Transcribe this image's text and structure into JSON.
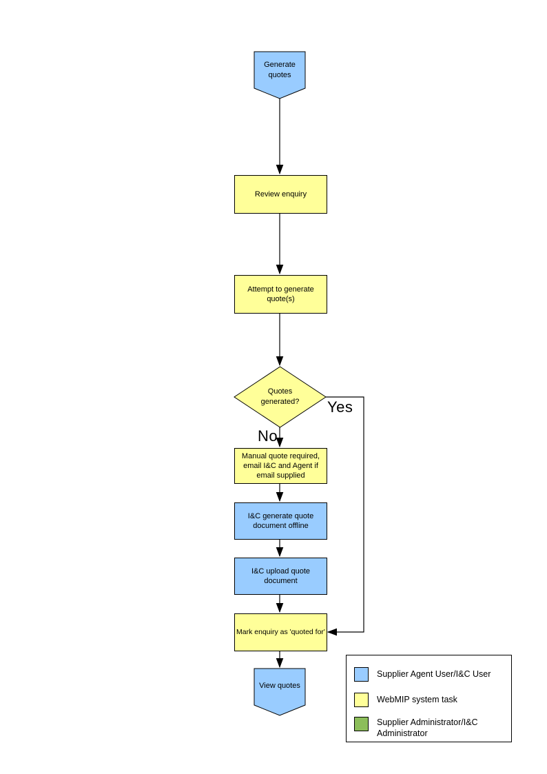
{
  "colors": {
    "node_blue": "#99CCFF",
    "node_yellow": "#FFFF99",
    "legend_green": "#8CBE5A",
    "line": "#000000"
  },
  "flowchart": {
    "nodes": {
      "start": {
        "label": "Generate quotes",
        "type": "terminator"
      },
      "review": {
        "label": "Review enquiry",
        "type": "process"
      },
      "attempt": {
        "label": "Attempt to generate quote(s)",
        "type": "process"
      },
      "decision": {
        "label": "Quotes generated?",
        "type": "decision"
      },
      "manual": {
        "label": "Manual quote required, email I&C and Agent if email supplied",
        "type": "process"
      },
      "offline": {
        "label": "I&C generate quote document offline",
        "type": "process"
      },
      "upload": {
        "label": "I&C upload quote document",
        "type": "process"
      },
      "mark": {
        "label": "Mark enquiry as 'quoted for'",
        "type": "process"
      },
      "end": {
        "label": "View quotes",
        "type": "terminator"
      }
    },
    "branch_labels": {
      "yes": "Yes",
      "no": "No"
    }
  },
  "legend": {
    "items": [
      {
        "label": "Supplier Agent User/I&C User",
        "color": "#99CCFF"
      },
      {
        "label": "WebMIP system task",
        "color": "#FFFF99"
      },
      {
        "label": "Supplier Administrator/I&C Administrator",
        "color": "#8CBE5A"
      }
    ]
  }
}
